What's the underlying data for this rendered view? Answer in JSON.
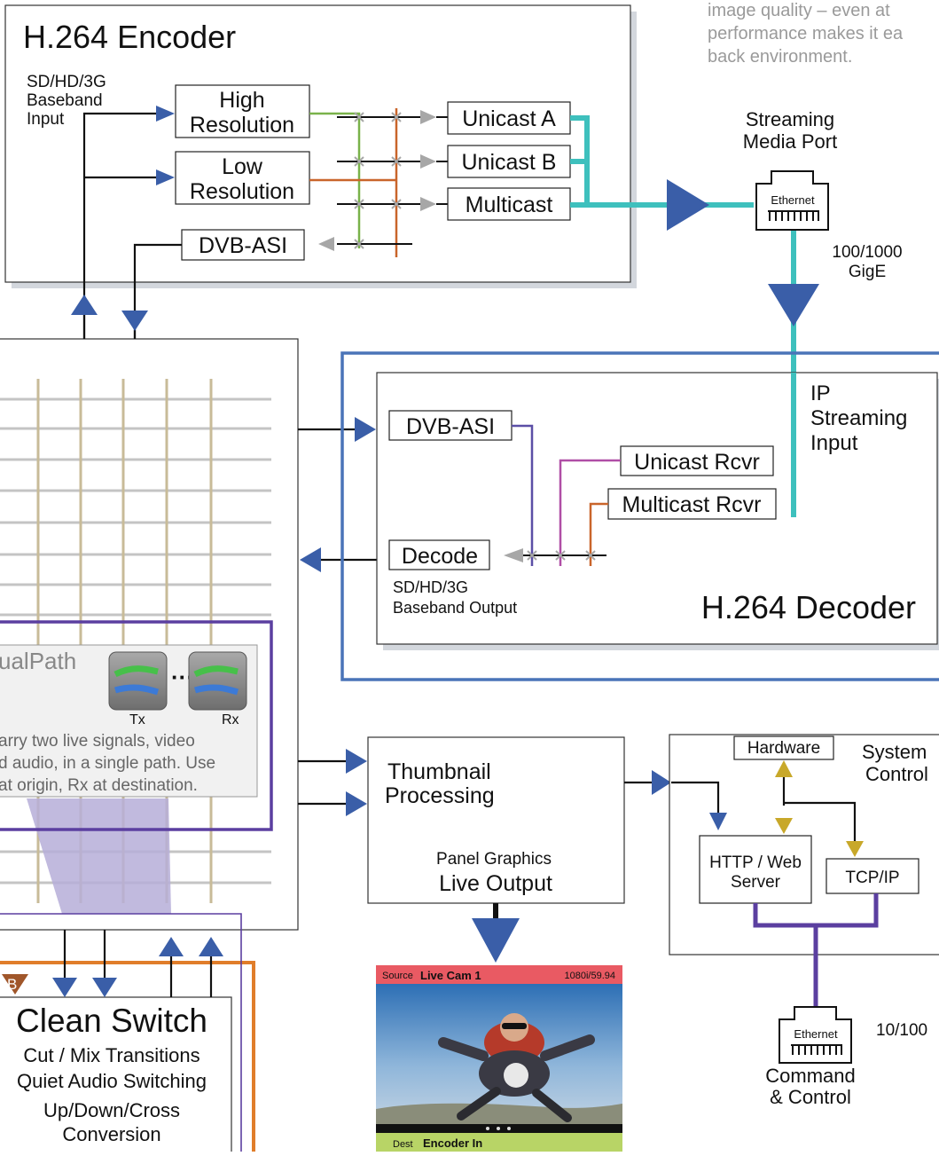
{
  "intro": {
    "line1": "image quality – even at",
    "line2": "performance makes it ea",
    "line3": "back environment."
  },
  "encoder": {
    "title": "H.264 Encoder",
    "input_label": [
      "SD/HD/3G",
      "Baseband",
      "Input"
    ],
    "high_res": [
      "High",
      "Resolution"
    ],
    "low_res": [
      "Low",
      "Resolution"
    ],
    "dvb_asi": "DVB-ASI",
    "outputs": [
      "Unicast A",
      "Unicast B",
      "Multicast"
    ]
  },
  "streaming_port": {
    "label": [
      "Streaming",
      "Media Port"
    ],
    "jack": "Ethernet",
    "speed": [
      "100/1000",
      "GigE"
    ]
  },
  "decoder": {
    "title": "H.264 Decoder",
    "ip_input": [
      "IP",
      "Streaming",
      "Input"
    ],
    "dvb_asi": "DVB-ASI",
    "unicast_rcvr": "Unicast Rcvr",
    "multicast_rcvr": "Multicast Rcvr",
    "decode": "Decode",
    "output_label": [
      "SD/HD/3G",
      "Baseband Output"
    ]
  },
  "dualpath": {
    "title": "ualPath",
    "tx": "Tx",
    "rx": "Rx",
    "desc": [
      "arry two live signals, video",
      "d audio, in a single path. Use",
      "at origin, Rx at destination."
    ]
  },
  "thumbnail": {
    "title": [
      "Thumbnail",
      "Processing"
    ],
    "panel": "Panel Graphics",
    "live": "Live Output"
  },
  "system_control": {
    "title": [
      "System",
      "Control"
    ],
    "hardware": "Hardware",
    "http": [
      "HTTP / Web",
      "Server"
    ],
    "tcp": "TCP/IP",
    "jack": "Ethernet",
    "speed": "10/100",
    "cmd": [
      "Command",
      "& Control"
    ]
  },
  "clean_switch": {
    "title": "Clean Switch",
    "badge": "B",
    "lines": [
      "Cut / Mix Transitions",
      "Quiet Audio Switching",
      "Up/Down/Cross",
      "Conversion"
    ]
  },
  "monitor": {
    "source_tag": "Source",
    "source": "Live Cam 1",
    "format": "1080i/59.94",
    "dest_tag": "Dest",
    "dest": "Encoder In"
  },
  "colors": {
    "arrow_blue": "#3a5ea8",
    "teal": "#3ec0bd",
    "purple": "#5b3fa0",
    "orange": "#e07d2a",
    "green": "#7ab24a",
    "magenta": "#b04ea6",
    "rust": "#c9652b",
    "grid_tan": "#c8bb98",
    "grid_gray": "#c4c4c4"
  }
}
